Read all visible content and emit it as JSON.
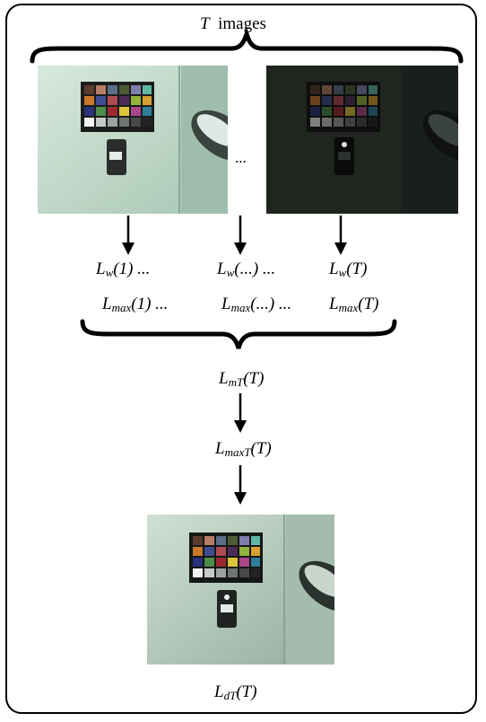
{
  "header": {
    "T": "T",
    "images": "images"
  },
  "ellipsis_mid": "...",
  "columns": [
    {
      "w_base": "L",
      "w_sub": "w",
      "w_arg": "(1)",
      "w_tail": " ...",
      "m_base": "L",
      "m_sub": "max",
      "m_arg": "(1)",
      "m_tail": " ..."
    },
    {
      "w_base": "L",
      "w_sub": "w",
      "w_arg": "(...)",
      "w_tail": " ...",
      "m_base": "L",
      "m_sub": "max",
      "m_arg": "(...)",
      "m_tail": " ..."
    },
    {
      "w_base": "L",
      "w_sub": "w",
      "w_arg": "(T)",
      "w_tail": "",
      "m_base": "L",
      "m_sub": "max",
      "m_arg": "(T)",
      "m_tail": ""
    }
  ],
  "lmT": {
    "base": "L",
    "sub": "mT",
    "arg": "(T)"
  },
  "lmaxT": {
    "base": "L",
    "sub": "maxT",
    "arg": "(T)"
  },
  "ldT": {
    "base": "L",
    "sub": "dT",
    "arg": "(T)"
  },
  "colors": {
    "wall_light": "#c9dfd2",
    "wall_dark": "#1e231f",
    "result_wall": "#c3d4c8"
  }
}
